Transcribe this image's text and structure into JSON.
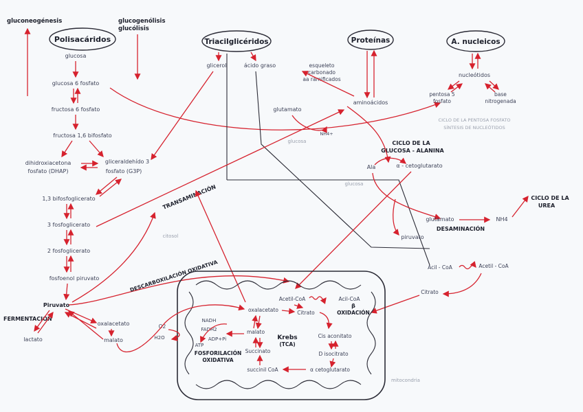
{
  "macros": {
    "polisacaridos": "Polisacáridos",
    "triacilgliceridos": "Triacilglicéridos",
    "proteinas": "Proteínas",
    "a_nucleicos": "A. nucleicos"
  },
  "top_labels": {
    "gluconeogenesis": "gluconeogénesis",
    "glucogenolisis": "glucogenólisis",
    "glucolisis": "glucólisis"
  },
  "glycolysis": {
    "glucosa": "glucosa",
    "glucosa6p": "glucosa 6 fosfato",
    "fructosa6p": "fructosa 6 fosfato",
    "fructosa16": "fructosa 1,6 bifosfato",
    "dihidroxiacetona1": "dihidroxiacetona",
    "dihidroxiacetona2": "fosfato (DHAP)",
    "gliceraldehido1": "gliceraldehído 3",
    "gliceraldehido2": "fosfato (G3P)",
    "bifosfoglicerato": "1,3 bifosfoglicerato",
    "fosfoglicerato3": "3 fosfoglicerato",
    "fosfoglicerato2": "2 fosfoglicerato",
    "fosfoenolpiruvato": "fosfoenol piruvato",
    "piruvato": "Piruvato",
    "lactato": "lactato",
    "fermentacion": "FERMENTACIÓN",
    "oxalacetato": "oxalacetato",
    "malato": "malato"
  },
  "lipids": {
    "glicerol": "glicerol",
    "acido_graso": "ácido graso"
  },
  "proteins": {
    "esqueleto1": "esqueleto",
    "esqueleto2": "carbonado",
    "esqueleto3": "aa ramificados",
    "aminoacidos": "aminoácidos",
    "glutamato": "glutamato",
    "nh4_top": "NH4+",
    "glucosa_faint": "glucosa",
    "ciclo_ga1": "CICLO DE LA",
    "ciclo_ga2": "GLUCOSA - ALANINA",
    "ala": "Ala",
    "alfa_ceto": "α - cetoglutarato",
    "glucosa_faint2": "glucosa",
    "piruvato2": "piruvato",
    "glutamato2": "glutamato",
    "nh4": "NH4",
    "desaminacion": "DESAMINACIÓN",
    "ciclo_urea1": "CICLO DE LA",
    "ciclo_urea2": "UREA",
    "transaminacion": "TRANSAMINACIÓN"
  },
  "nucleic": {
    "nucleotidos": "nucleótidos",
    "pentosa1": "pentosa 5",
    "pentosa2": "fosfato",
    "base1": "base",
    "base2": "nitrogenada",
    "ciclo_pf1": "CICLO DE LA PENTOSA FOSFATO",
    "ciclo_pf2": "SÍNTESIS DE NUCLEÓTIDOS"
  },
  "mito": {
    "citosol": "citosol",
    "descarboxilacion": "DESCARBOXILACIÓN OXIDATIVA",
    "acetilcoa_out": "Acil - CoA",
    "acetilcoa_out2": "Acetil - CoA",
    "citrato_out": "Citrato",
    "acetilcoa": "Acetil-CoA",
    "acilcoa_in": "Acil-CoA",
    "beta_ox1": "β",
    "beta_ox2": "OXIDACIÓN",
    "oxalacetato": "oxalacetato",
    "citrato": "Citrato",
    "isocitrato": "Cis aconitato",
    "isocitrato2": "D isocitrato",
    "alfaceto": "α cetoglutarato",
    "succinil": "succinil CoA",
    "succinato": "Succinato",
    "malato": "malato",
    "krebs1": "Krebs",
    "krebs2": "(TCA)",
    "nadh": "NADH",
    "fadh": "FADH2",
    "adp": "ADP+Pi",
    "atp": "ATP",
    "o2": "O2",
    "h2o": "H2O",
    "fosforilacion1": "FOSFORILACIÓN",
    "fosforilacion2": "OXIDATIVA",
    "mitocondria": "mitocondria"
  }
}
